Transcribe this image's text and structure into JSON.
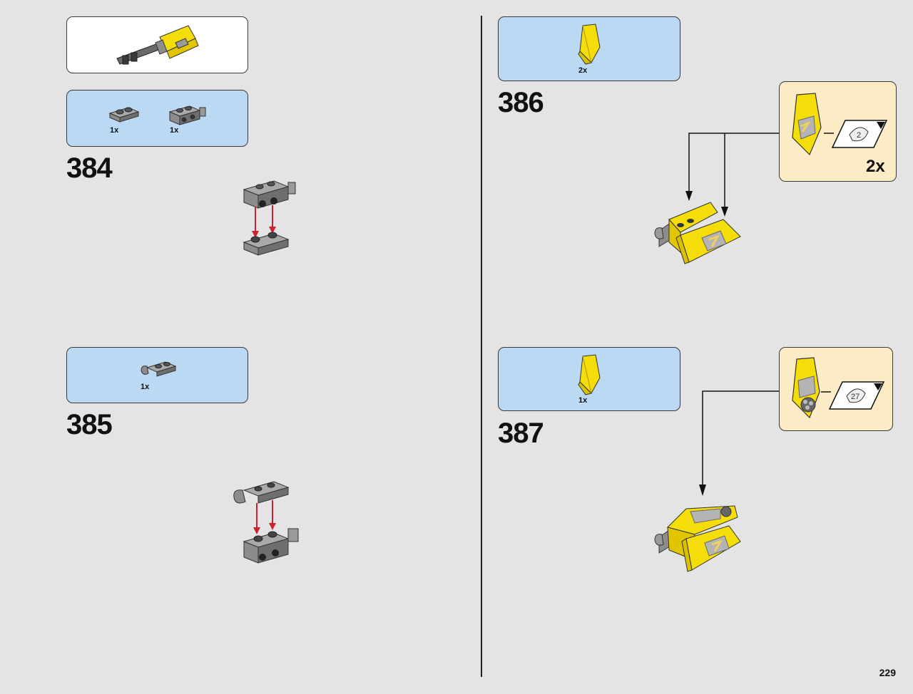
{
  "page": {
    "number": "229"
  },
  "steps": [
    {
      "number": "384",
      "parts": [
        {
          "qty": "1x",
          "icon": "gray-plate-1x2-icon"
        },
        {
          "qty": "1x",
          "icon": "gray-bracket-brick-icon"
        }
      ]
    },
    {
      "number": "385",
      "parts": [
        {
          "qty": "1x",
          "icon": "gray-clip-plate-icon"
        }
      ]
    },
    {
      "number": "386",
      "parts": [
        {
          "qty": "2x",
          "icon": "yellow-wedge-slope-icon"
        }
      ],
      "callout_qty": "2x"
    },
    {
      "number": "387",
      "parts": [
        {
          "qty": "1x",
          "icon": "yellow-wedge-slope-icon"
        }
      ]
    }
  ],
  "colors": {
    "background": "#e4e4e4",
    "parts_box": "#bcd9f3",
    "callout": "#fbecc6",
    "arrow_red": "#d0202a",
    "brick_yellow": "#f5dd0a",
    "brick_gray": "#8c8c8c"
  }
}
